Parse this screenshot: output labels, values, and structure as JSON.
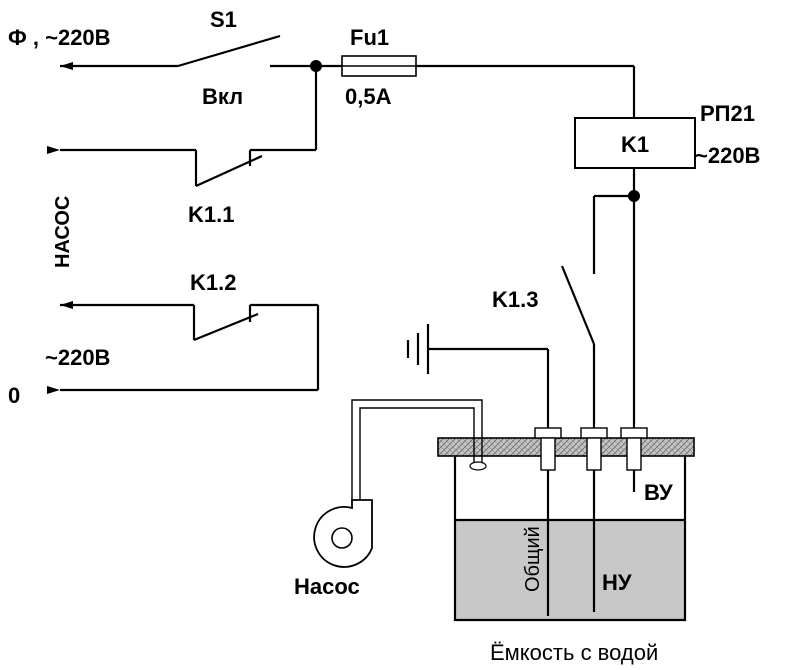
{
  "labels": {
    "phase": "Ф ,  ~220В",
    "s1": "S1",
    "vkl": "Вкл",
    "fu1": "Fu1",
    "fuse_rating": "0,5А",
    "rp21": "РП21",
    "relay_voltage": "~220В",
    "k1": "K1",
    "pump_side": "НАСОС",
    "k11": "K1.1",
    "k12": "K1.2",
    "supply_voltage": "~220В",
    "zero": "0",
    "k13": "K1.3",
    "vu": "ВУ",
    "nu": "НУ",
    "common": "Общий",
    "pump": "Насос",
    "tank": "Ёмкость с водой"
  },
  "colors": {
    "line": "#000000",
    "water": "#c8c8c8",
    "lid_hatch": "#b8b8b8",
    "background": "#ffffff"
  }
}
